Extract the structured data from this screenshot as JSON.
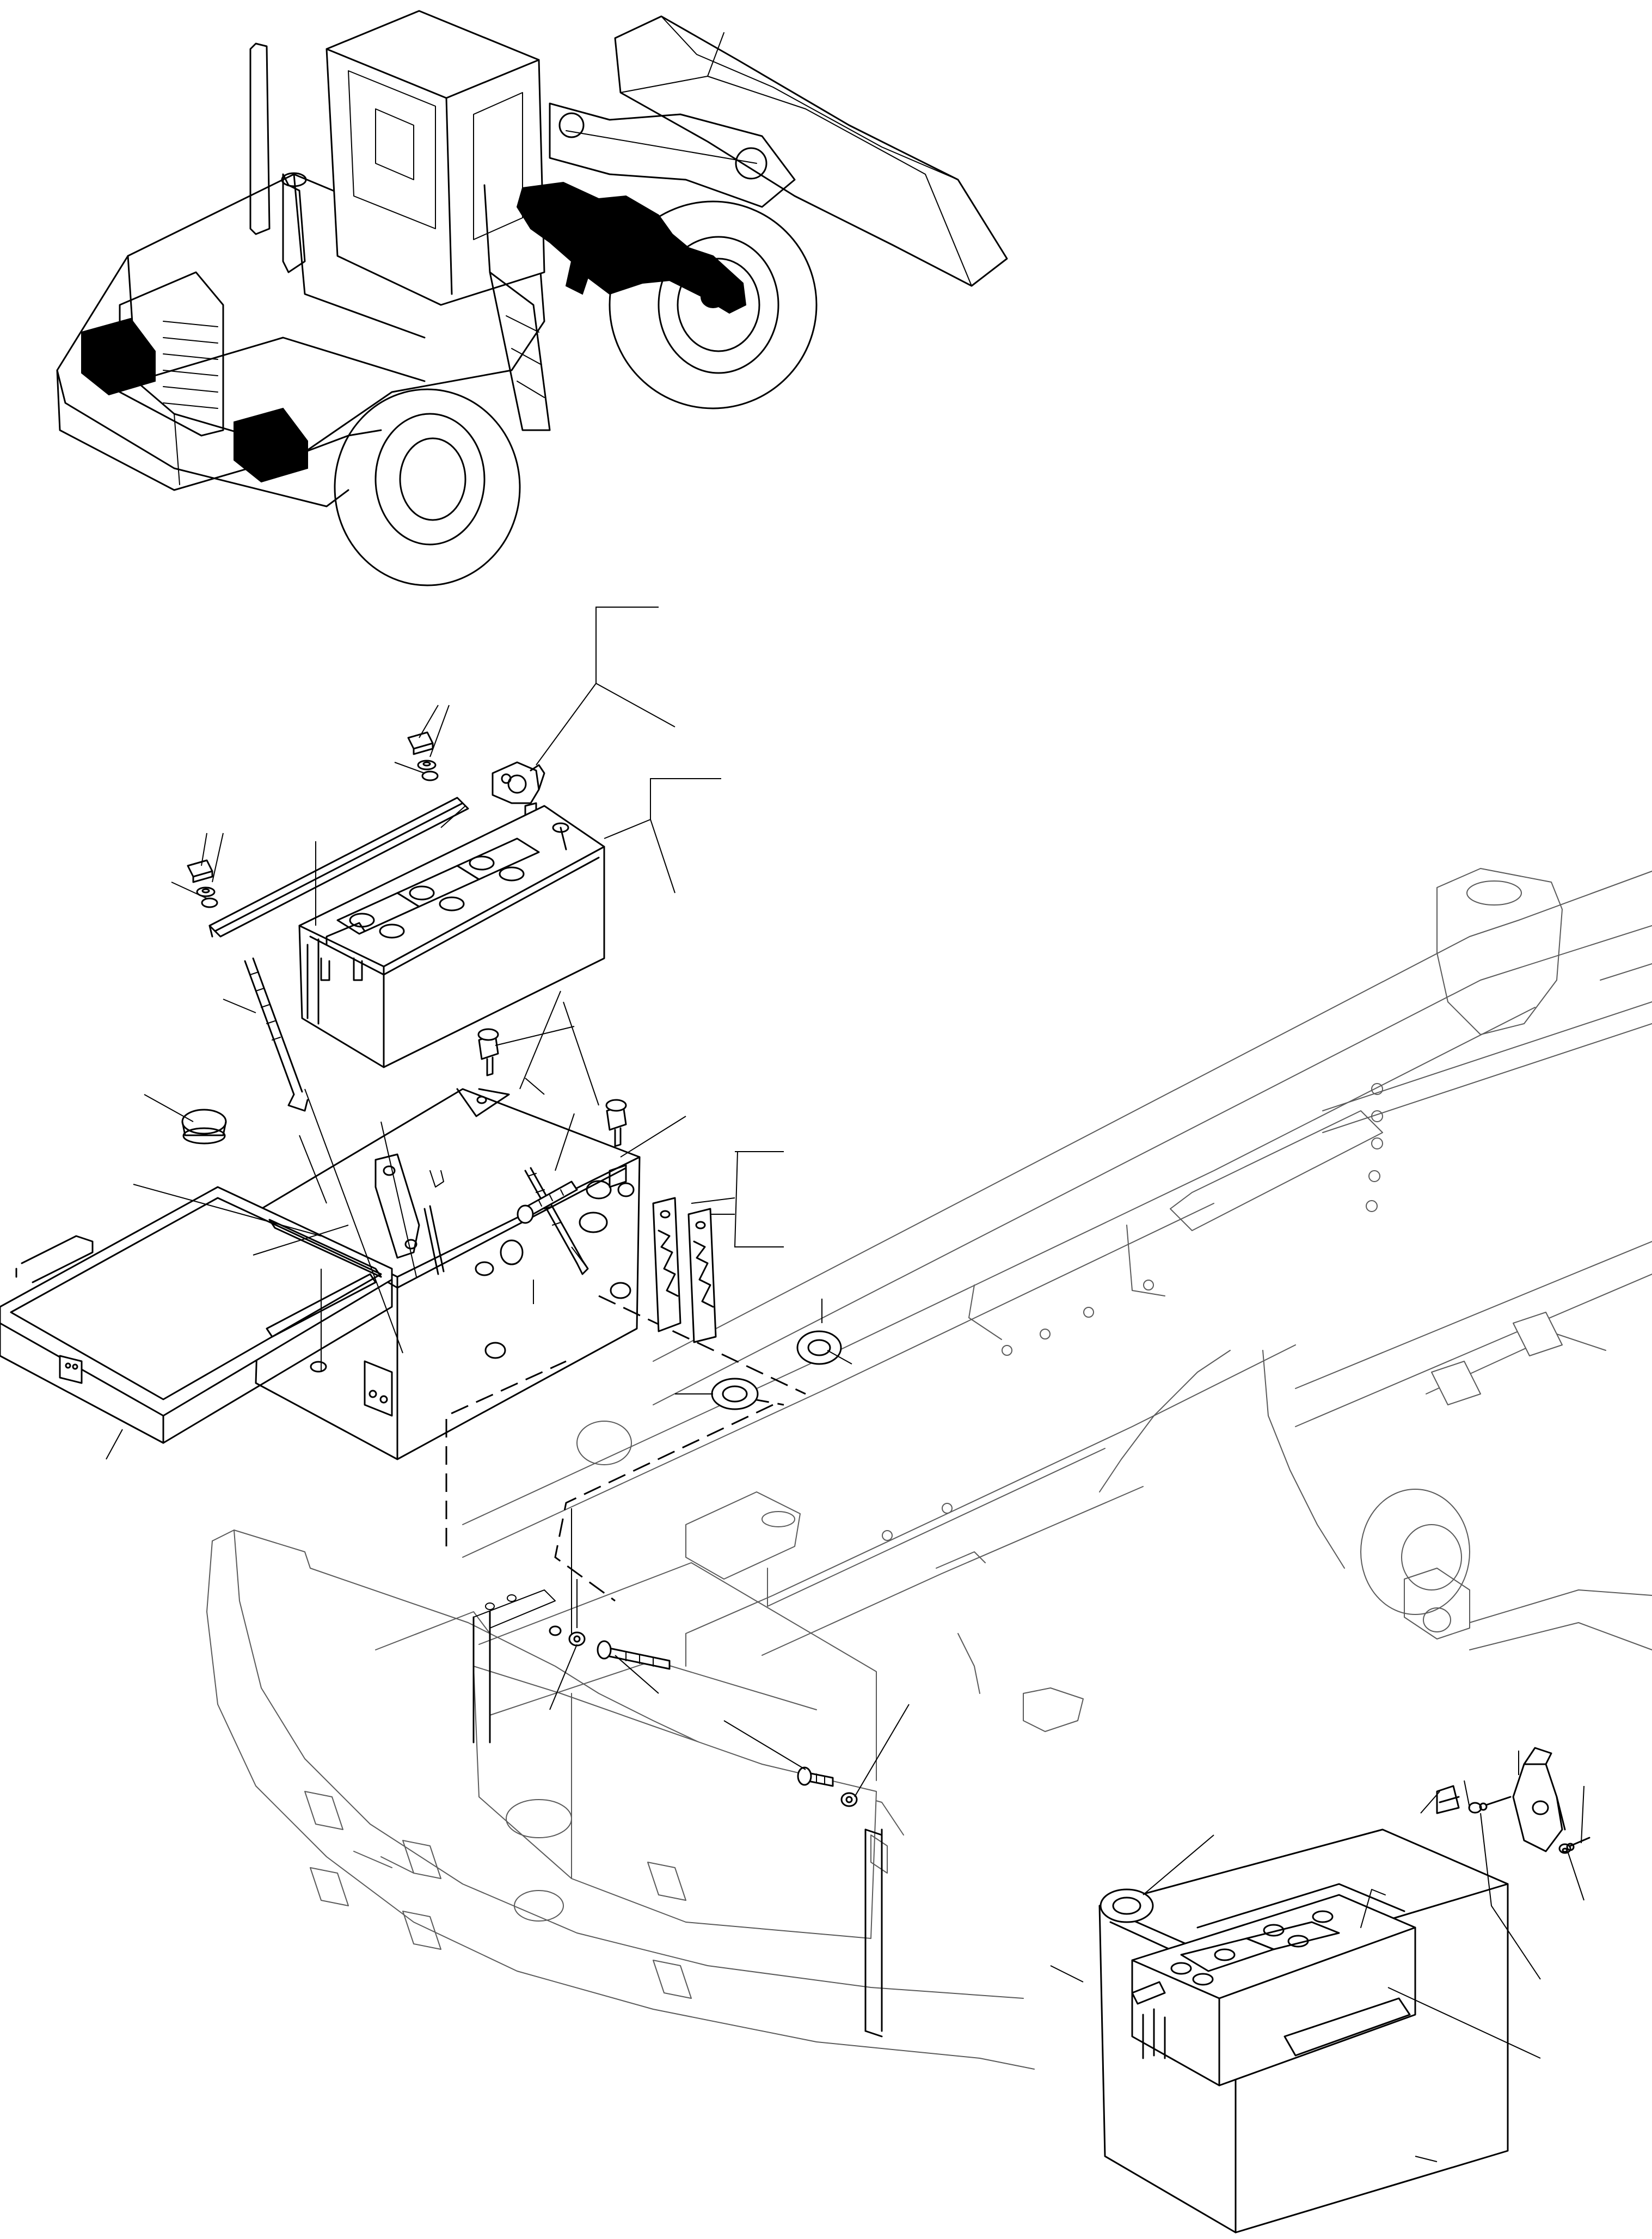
{
  "figure": {
    "kind": "exploded-parts-illustration",
    "line_color": "#000000",
    "background_color": "#ffffff",
    "highlight_color": "#000000",
    "overview": "wheel-loader",
    "highlighted_parts": [
      "battery-box-left",
      "battery-box-right",
      "rear-axle"
    ],
    "exploded_parts": [
      "battery",
      "battery-clamp",
      "clamp-rod",
      "cable-terminal",
      "nut",
      "washer",
      "battery-box",
      "slide-out-tray",
      "tray-cover",
      "strap",
      "rubber-stop",
      "grommet",
      "spacer-plate",
      "bolt",
      "frame",
      "counterweight",
      "latch",
      "battery-box-cover"
    ]
  }
}
